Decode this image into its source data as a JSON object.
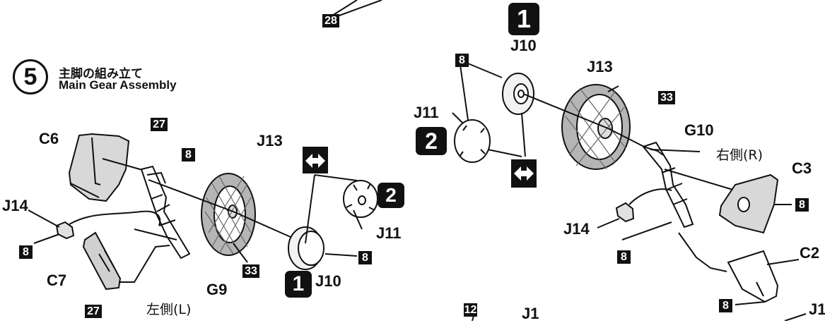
{
  "step": {
    "number": "5",
    "title_jp": "主脚の組み立て",
    "title_en": "Main Gear Assembly"
  },
  "left_assembly": {
    "side_label": "左側(L)",
    "parts": {
      "c6": "C6",
      "c7": "C7",
      "j14": "J14",
      "j13": "J13",
      "j10": "J10",
      "j11": "J11",
      "g9": "G9"
    },
    "paint_codes": {
      "c6_code": "27",
      "c7_code": "27",
      "strut_code": "8",
      "j14_code": "8",
      "tire_code": "33",
      "j10_code": "8"
    },
    "sub_step_1": "1",
    "sub_step_2": "2"
  },
  "right_assembly": {
    "side_label": "右側(R)",
    "parts": {
      "j10": "J10",
      "j11": "J11",
      "j13": "J13",
      "g10": "G10",
      "c3": "C3",
      "c2": "C2",
      "j14": "J14"
    },
    "paint_codes": {
      "j10_code": "8",
      "tire_code": "33",
      "c3_code": "8",
      "j14_code": "8",
      "c2_code": "8"
    },
    "sub_step_1": "1",
    "sub_step_2": "2"
  },
  "top_fragment": {
    "code_28": "28"
  },
  "bottom_fragment": {
    "code_12": "12",
    "j1_label": "J1",
    "j1_edge_label": "J1"
  }
}
